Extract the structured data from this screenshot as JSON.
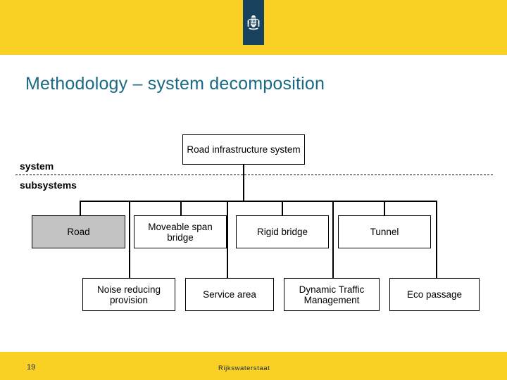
{
  "header": {
    "band_color": "#fad025",
    "logo": {
      "bar_color": "#17415c",
      "icon_name": "dutch-government-crest-icon"
    }
  },
  "title": {
    "text": "Methodology – system decomposition",
    "color": "#1a6a85"
  },
  "diagram": {
    "tier_labels": [
      {
        "text": "system"
      },
      {
        "text": "subsystems"
      }
    ],
    "root": {
      "label": "Road infrastructure system"
    },
    "subsystems_row1": [
      {
        "label": "Road",
        "filled": true
      },
      {
        "label": "Moveable span bridge",
        "filled": false
      },
      {
        "label": "Rigid bridge",
        "filled": false
      },
      {
        "label": "Tunnel",
        "filled": false
      }
    ],
    "subsystems_row2": [
      {
        "label": "Noise reducing provision",
        "filled": false
      },
      {
        "label": "Service area",
        "filled": false
      },
      {
        "label": "Dynamic Traffic Management",
        "filled": false
      },
      {
        "label": "Eco passage",
        "filled": false
      }
    ],
    "highlight_color": "#c3c3c3",
    "line_color": "#000000"
  },
  "footer": {
    "band_color": "#fad025",
    "slide_number": "19",
    "organization": "Rijkswaterstaat"
  }
}
